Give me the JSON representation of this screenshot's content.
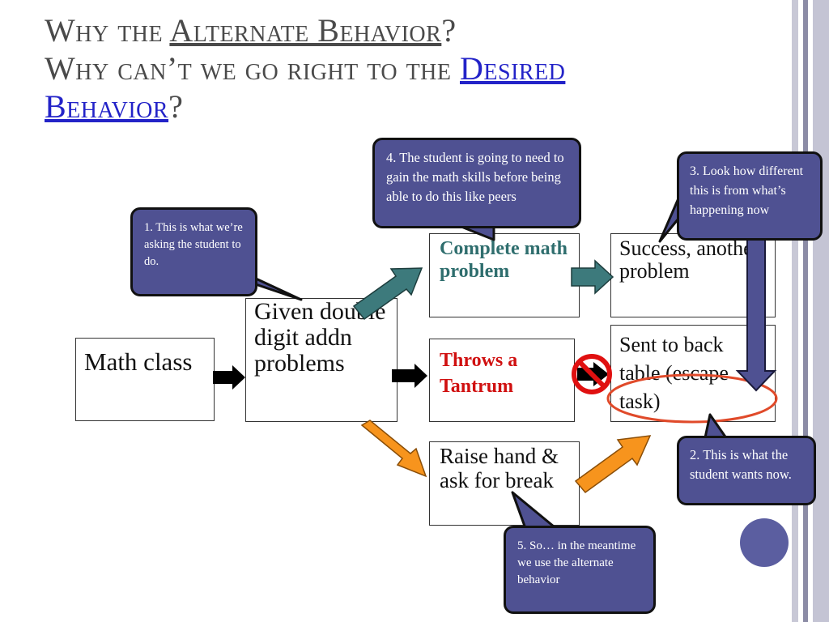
{
  "title": {
    "line1_a": "Why the",
    "line1_b": "Alternate Behavior",
    "line1_c": "?",
    "line2_a": "Why can’t we go right to the",
    "line2_b": "Desired",
    "line3_a": "Behavior",
    "line3_b": "?"
  },
  "boxes": {
    "math_class": "Math class",
    "given": "Given double digit addn problems",
    "complete": "Complete math problem",
    "throws": "Throws a Tantrum",
    "raise": "Raise hand & ask for break",
    "success": "Success, another problem",
    "sent": "Sent to back table (escape task)"
  },
  "callouts": {
    "c1": "1. This is what we’re asking the student to do.",
    "c2": "2. This is what the student wants now.",
    "c3": "3. Look how different this is from what’s happening now",
    "c4": "4. The student is going to need to gain the math skills before being able to do this like peers",
    "c5": "5. So… in the meantime we use the alternate behavior"
  },
  "colors": {
    "teal_arrow": "#3d7a7c",
    "orange_arrow": "#f7941d",
    "callout_fill": "#4f5192",
    "throws_text": "#d01010",
    "complete_text": "#2f6e6e",
    "escape_oval": "#e04a2a",
    "prohibition": "#e01010",
    "rail_light": "#c8c8d8",
    "rail_dark": "#8c8ca6"
  }
}
